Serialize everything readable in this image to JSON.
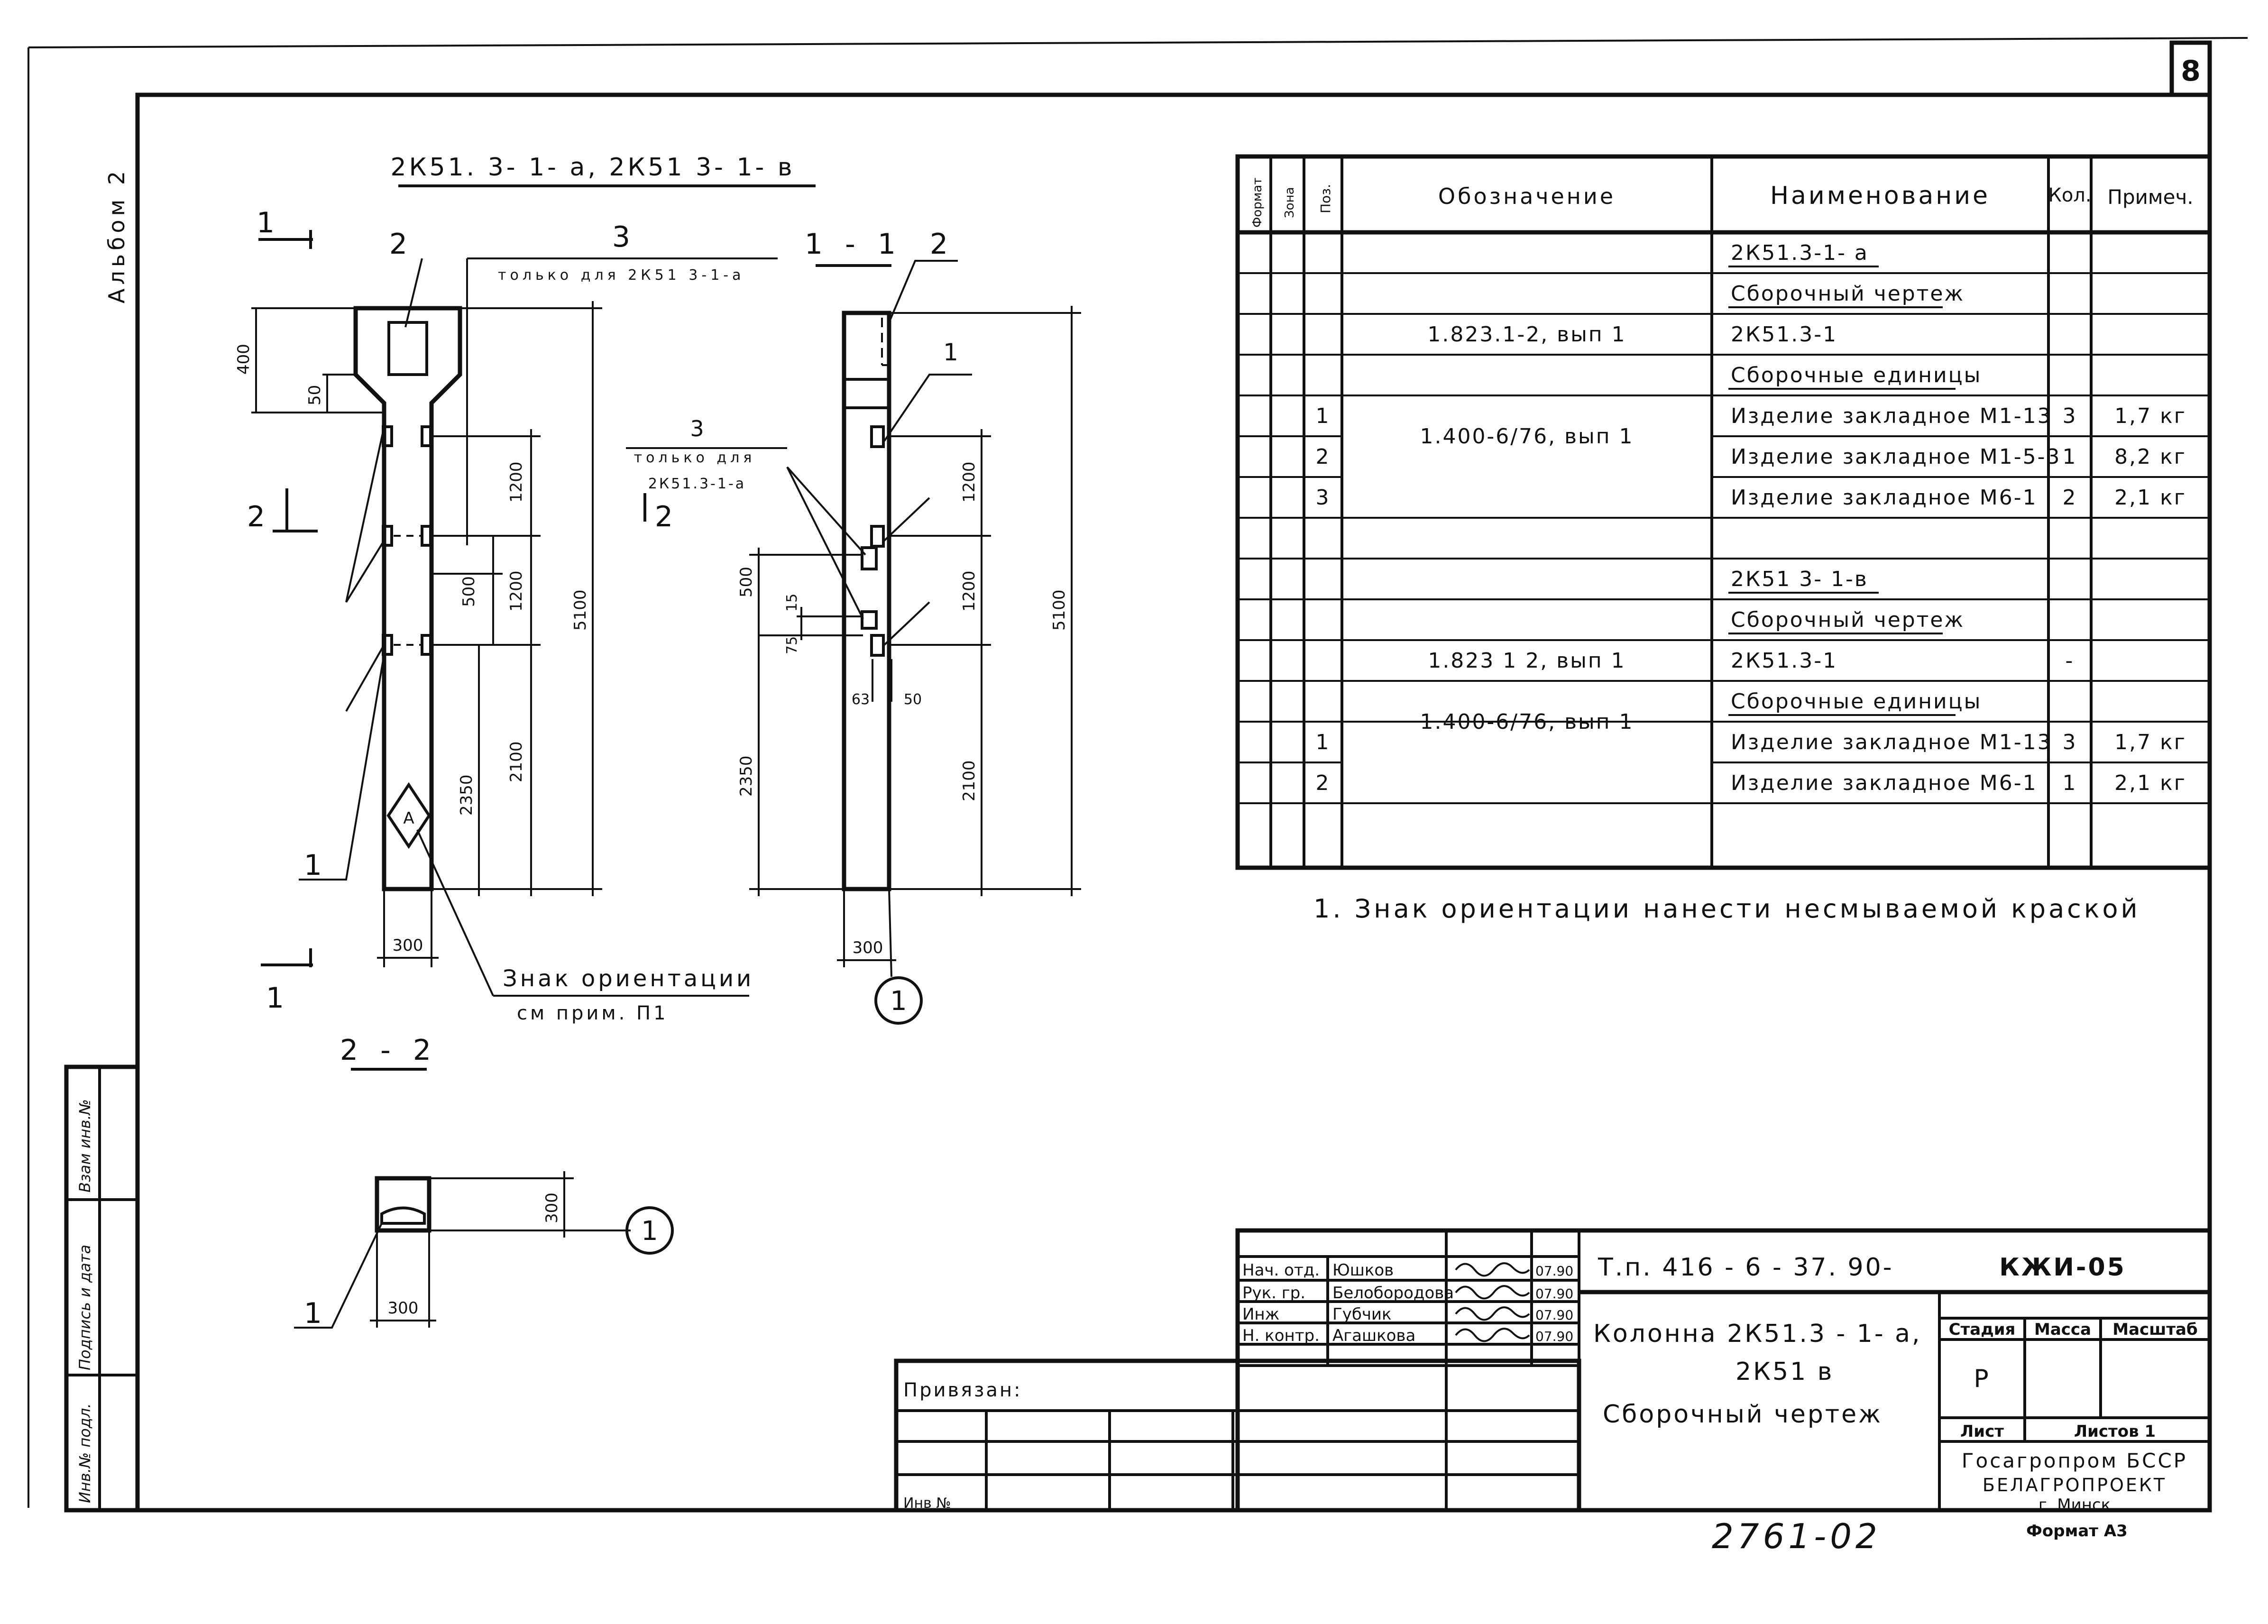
{
  "page": {
    "sheet_number": "8",
    "album_label": "Альбом 2"
  },
  "drawing": {
    "title": "2К51. 3- 1- а,  2К51 3- 1- в",
    "section_1_1": "1 - 1",
    "section_2_2": "2 - 2",
    "section_mark_1": "1",
    "section_mark_2": "2",
    "only_for_label": "только для  2К51 3-1-а",
    "only_for_line1": "только для",
    "only_for_line2": "2К51.3-1-а",
    "orientation_line1": "Знак ориентации",
    "orientation_line2": "см прим. П1",
    "orientation_symbol": "А",
    "pos_labels": {
      "p1": "1",
      "p2": "2",
      "p3": "3"
    },
    "callout": "1",
    "dims": {
      "d400": "400",
      "d50": "50",
      "d1200": "1200",
      "d500": "500",
      "d5100": "5100",
      "d2350": "2350",
      "d2100": "2100",
      "d300": "300",
      "d15": "15",
      "d75": "75",
      "d63": "63"
    }
  },
  "spec": {
    "headers": {
      "format": "Формат",
      "zone": "Зона",
      "pos": "Поз.",
      "designation": "Обозначение",
      "name": "Наименование",
      "qty": "Кол.",
      "note": "Примеч."
    },
    "rows": [
      {
        "pos": "",
        "designation": "",
        "name": "2К51.3-1- а",
        "qty": "",
        "note": ""
      },
      {
        "pos": "",
        "designation": "",
        "name": "Сборочный чертеж",
        "qty": "",
        "note": ""
      },
      {
        "pos": "",
        "designation": "1.823.1-2, вып 1",
        "name": "2К51.3-1",
        "qty": "",
        "note": ""
      },
      {
        "pos": "",
        "designation": "",
        "name": "Сборочные единицы",
        "qty": "",
        "note": ""
      },
      {
        "pos": "1",
        "designation": "",
        "name": "Изделие закладное М1-13",
        "qty": "3",
        "note": "1,7 кг"
      },
      {
        "pos": "2",
        "designation": "1.400-6/76, вып 1",
        "name": "Изделие закладное М1-5-3",
        "qty": "1",
        "note": "8,2 кг"
      },
      {
        "pos": "3",
        "designation": "",
        "name": "Изделие закладное М6-1",
        "qty": "2",
        "note": "2,1 кг"
      },
      {
        "pos": "",
        "designation": "",
        "name": "",
        "qty": "",
        "note": ""
      },
      {
        "pos": "",
        "designation": "",
        "name": "2К51 3- 1-в",
        "qty": "",
        "note": ""
      },
      {
        "pos": "",
        "designation": "",
        "name": "Сборочный чертеж",
        "qty": "",
        "note": ""
      },
      {
        "pos": "",
        "designation": "1.823 1 2, вып 1",
        "name": "2К51.3-1",
        "qty": "-",
        "note": ""
      },
      {
        "pos": "",
        "designation": "",
        "name": "Сборочные единицы",
        "qty": "",
        "note": ""
      },
      {
        "pos": "1",
        "designation": "1.400-6/76, вып 1",
        "name": "Изделие закладное М1-13",
        "qty": "3",
        "note": "1,7 кг"
      },
      {
        "pos": "2",
        "designation": "",
        "name": "Изделие закладное М6-1",
        "qty": "1",
        "note": "2,1 кг"
      },
      {
        "pos": "",
        "designation": "",
        "name": "",
        "qty": "",
        "note": ""
      }
    ]
  },
  "note": "1.  Знак ориентации   нанести   несмываемой   краской",
  "title_block": {
    "code": "Т.п. 416 - 6 - 37. 90-",
    "mark": "КЖИ-05",
    "roles": [
      "Нач. отд.",
      "Рук. гр.",
      "Инж",
      "Н. контр."
    ],
    "names": [
      "Юшков",
      "Белобородова",
      "Губчик",
      "Агашкова"
    ],
    "dates": [
      "07.90",
      "07.90",
      "07.90",
      "07.90"
    ],
    "title_line1": "Колонна  2К51.3 - 1- а,",
    "title_line2": "2К51       в",
    "title_line3": "Сборочный  чертеж",
    "stage_label": "Стадия",
    "mass_label": "Масса",
    "scale_label": "Масштаб",
    "stage_value": "Р",
    "sheet_label": "Лист",
    "sheets_label": "Листов 1",
    "org_line1": "Госагропром БССР",
    "org_line2": "БЕЛАГРОПРОЕКТ",
    "org_line3": "г. Минск",
    "format": "Формат А3",
    "bound_label": "Привязан:",
    "inv_label": "Инв №",
    "archive_number": "2761-02"
  },
  "side_stamp": {
    "cell1": "Взам инв.№",
    "cell2": "Подпись и дата",
    "cell3": "Инв.№ подл."
  }
}
